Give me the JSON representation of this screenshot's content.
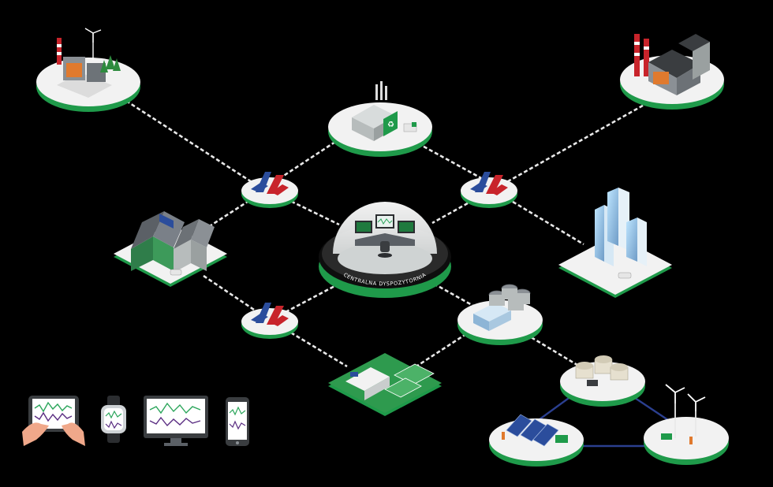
{
  "hub": {
    "label": "CENTRALNA DYSPOZYTORNIA"
  },
  "colors": {
    "background": "#000000",
    "brand_green": "#1f9a4a",
    "platform_white": "#f2f2f2",
    "link_dashed": "#e8e8e8",
    "microgrid_link": "#2b3f8f",
    "chart_green": "#2aa55a",
    "chart_purple": "#5a2d82"
  },
  "nodes": [
    {
      "id": "conventional-power-plant",
      "icon": "factory-with-wind-turbines"
    },
    {
      "id": "waste-recycling-plant",
      "icon": "recycling-plant"
    },
    {
      "id": "industrial-plant",
      "icon": "factory-with-chimneys"
    },
    {
      "id": "residential-houses",
      "icon": "houses-with-solar-panels"
    },
    {
      "id": "office-buildings",
      "icon": "skyscrapers"
    },
    {
      "id": "energy-storage-facility",
      "icon": "storage-tanks"
    },
    {
      "id": "sports-campus",
      "icon": "campus-with-fields"
    },
    {
      "id": "biogas-plant",
      "icon": "biogas-tanks"
    },
    {
      "id": "solar-farm",
      "icon": "solar-panels"
    },
    {
      "id": "wind-farm",
      "icon": "wind-turbines"
    }
  ],
  "devices": [
    {
      "id": "tablet",
      "icon": "tablet-icon"
    },
    {
      "id": "smartwatch",
      "icon": "smartwatch-icon"
    },
    {
      "id": "desktop-monitor",
      "icon": "monitor-icon"
    },
    {
      "id": "smartphone",
      "icon": "smartphone-icon"
    }
  ]
}
